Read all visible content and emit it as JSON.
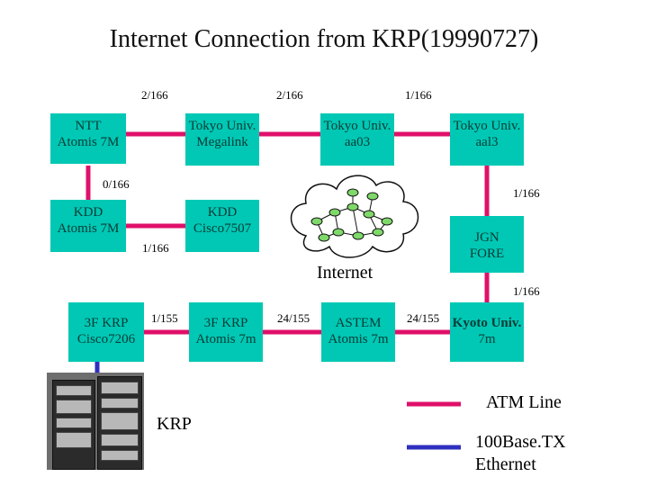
{
  "title": "Internet Connection from KRP(19990727)",
  "nodes": {
    "ntt": {
      "line1": "NTT",
      "line2": "Atomis 7M"
    },
    "tokyo_megalink": {
      "line1": "Tokyo Univ.",
      "line2": "Megalink"
    },
    "tokyo_aa03": {
      "line1": "Tokyo Univ.",
      "line2": "aa03"
    },
    "tokyo_aal3": {
      "line1": "Tokyo Univ.",
      "line2": "aal3"
    },
    "kdd_atomis": {
      "line1": "KDD",
      "line2": "Atomis 7M"
    },
    "kdd_cisco": {
      "line1": "KDD",
      "line2": "Cisco7507"
    },
    "jgn": {
      "line1": "JGN",
      "line2": "FORE"
    },
    "krp3f_cisco": {
      "line1": "3F KRP",
      "line2": "Cisco7206"
    },
    "krp3f_atomis": {
      "line1": "3F KRP",
      "line2": "Atomis 7m"
    },
    "astem": {
      "line1": "ASTEM",
      "line2": "Atomis 7m"
    },
    "kyoto": {
      "line1": "Kyoto Univ.",
      "line2": "7m"
    }
  },
  "links": {
    "ntt_megalink": "2/166",
    "megalink_aa03": "2/166",
    "aa03_aal3": "1/166",
    "ntt_kdd": "0/166",
    "aal3_jgn": "1/166",
    "kdd_kddcisco": "1/166",
    "jgn_kyoto": "1/166",
    "cisco_krpatomis": "1/155",
    "krpatomis_astem": "24/155",
    "astem_kyoto": "24/155"
  },
  "cloud_label": "Internet",
  "photo_caption": "KRP",
  "legend": {
    "atm_label": "ATM Line",
    "eth_label_1": "100Base.TX",
    "eth_label_2": "Ethernet"
  },
  "colors": {
    "node_fill": "#00c8b4",
    "atm_line": "#e0106a",
    "ethernet_line": "#2f2fbf",
    "cloud_node": "#7fd96a"
  }
}
